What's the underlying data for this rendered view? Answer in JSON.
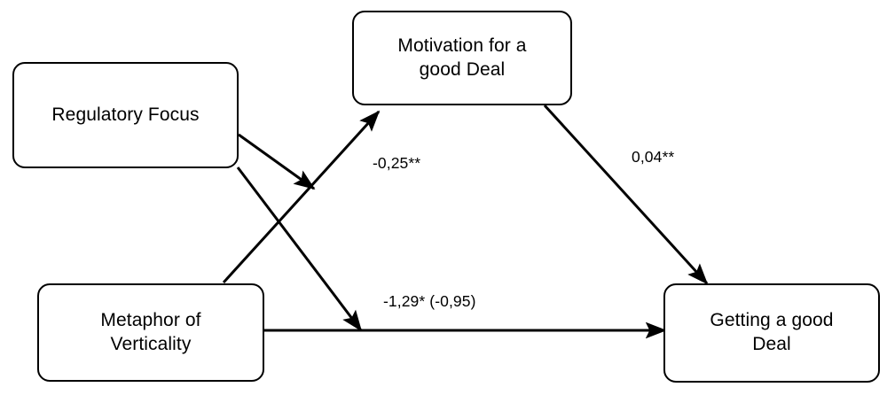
{
  "diagram": {
    "title": "Mediation model path diagram",
    "background_color": "#ffffff",
    "line_color": "#000000",
    "nodes": [
      {
        "id": "regulatory-focus",
        "label": "Regulatory Focus"
      },
      {
        "id": "motivation-good-deal",
        "label": "Motivation for a\ngood Deal"
      },
      {
        "id": "metaphor-verticality",
        "label": "Metaphor of\nVerticality"
      },
      {
        "id": "getting-good-deal",
        "label": "Getting a good\nDeal"
      }
    ],
    "edge_labels": [
      {
        "id": "path-a",
        "text": "-0,25**"
      },
      {
        "id": "path-b",
        "text": "0,04**"
      },
      {
        "id": "path-c",
        "text": "-1,29* (-0,95)"
      }
    ]
  }
}
